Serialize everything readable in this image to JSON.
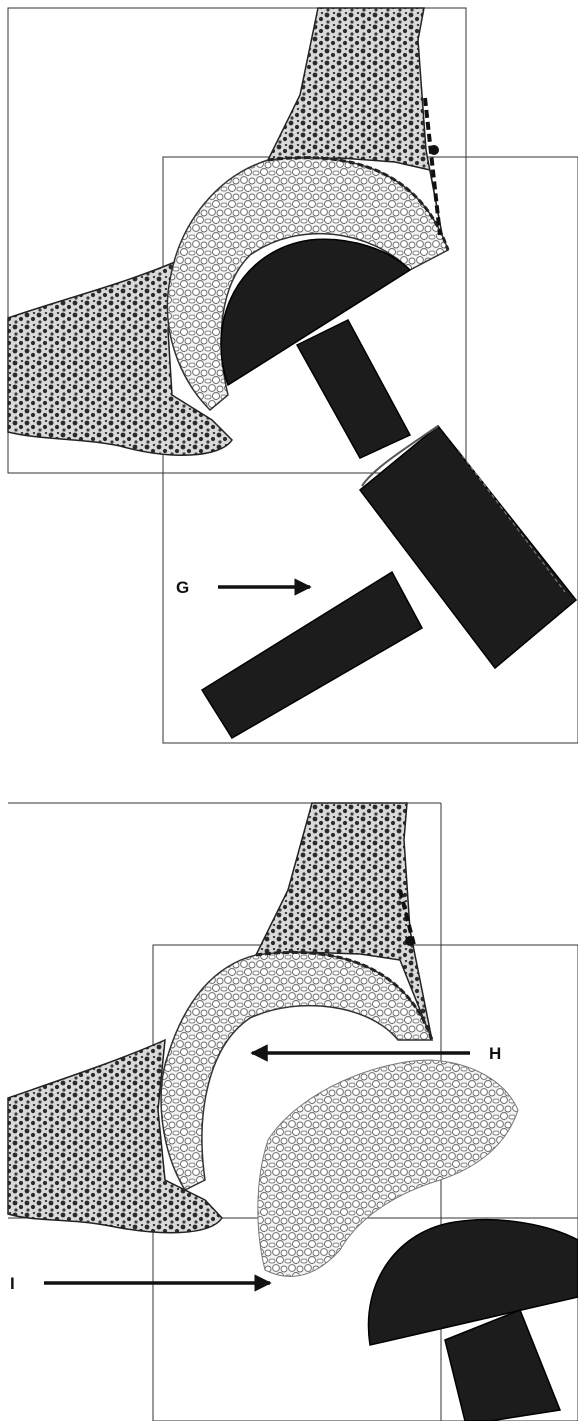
{
  "labels": {
    "g": "G",
    "h": "H",
    "i": "I"
  },
  "colors": {
    "ink": "#1a1a1a",
    "bone_shade": "#c9c9c9",
    "marrow": "#2a2a2a",
    "graft_outline": "#6a6a6a",
    "frame": "#333333"
  }
}
